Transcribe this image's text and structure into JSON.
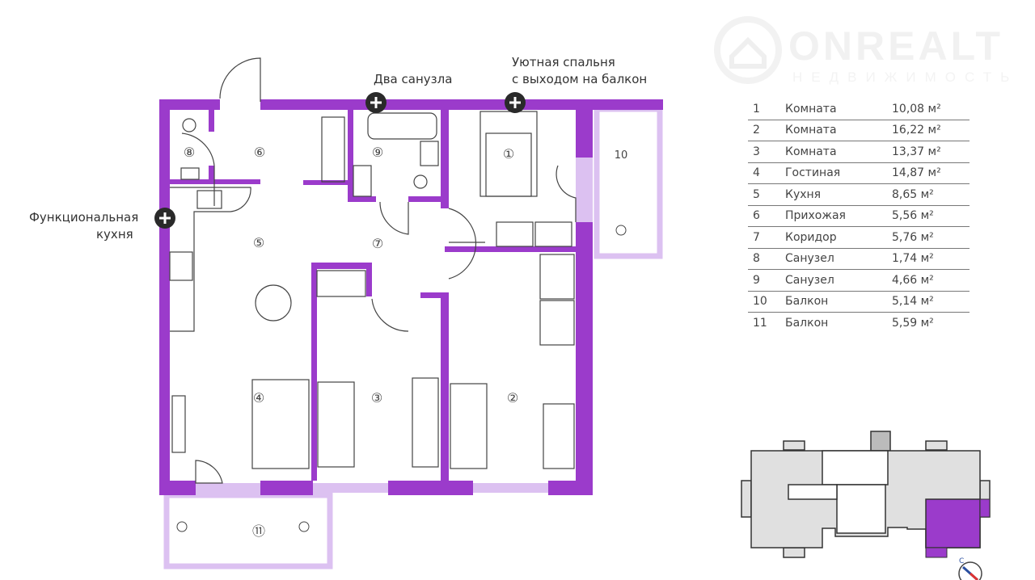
{
  "logo": {
    "brand": "ONREALT",
    "subtitle": "НЕДВИЖИМОСТЬ"
  },
  "callouts": {
    "bathrooms": "Два санузла",
    "bedroom_line1": "Уютная спальня",
    "bedroom_line2": "с выходом на балкон",
    "kitchen_line1": "Функциональная",
    "kitchen_line2": "кухня"
  },
  "room_labels": [
    "①",
    "②",
    "③",
    "④",
    "⑤",
    "⑥",
    "⑦",
    "⑧",
    "⑨",
    "10",
    "⑪"
  ],
  "rooms": [
    {
      "n": "1",
      "name": "Комната",
      "area": "10,08 м²"
    },
    {
      "n": "2",
      "name": "Комната",
      "area": "16,22 м²"
    },
    {
      "n": "3",
      "name": "Комната",
      "area": "13,37 м²"
    },
    {
      "n": "4",
      "name": "Гостиная",
      "area": "14,87 м²"
    },
    {
      "n": "5",
      "name": "Кухня",
      "area": "8,65 м²"
    },
    {
      "n": "6",
      "name": "Прихожая",
      "area": "5,56 м²"
    },
    {
      "n": "7",
      "name": "Коридор",
      "area": "5,76 м²"
    },
    {
      "n": "8",
      "name": "Санузел",
      "area": "1,74 м²"
    },
    {
      "n": "9",
      "name": "Санузел",
      "area": "4,66 м²"
    },
    {
      "n": "10",
      "name": "Балкон",
      "area": "5,14 м²"
    },
    {
      "n": "11",
      "name": "Балкон",
      "area": "5,59 м²"
    }
  ],
  "compass": {
    "north_label": "С"
  },
  "colors": {
    "wall": "#9b3bcb",
    "balcony": "#dcc1f1",
    "highlight": "#9b3bcb"
  }
}
